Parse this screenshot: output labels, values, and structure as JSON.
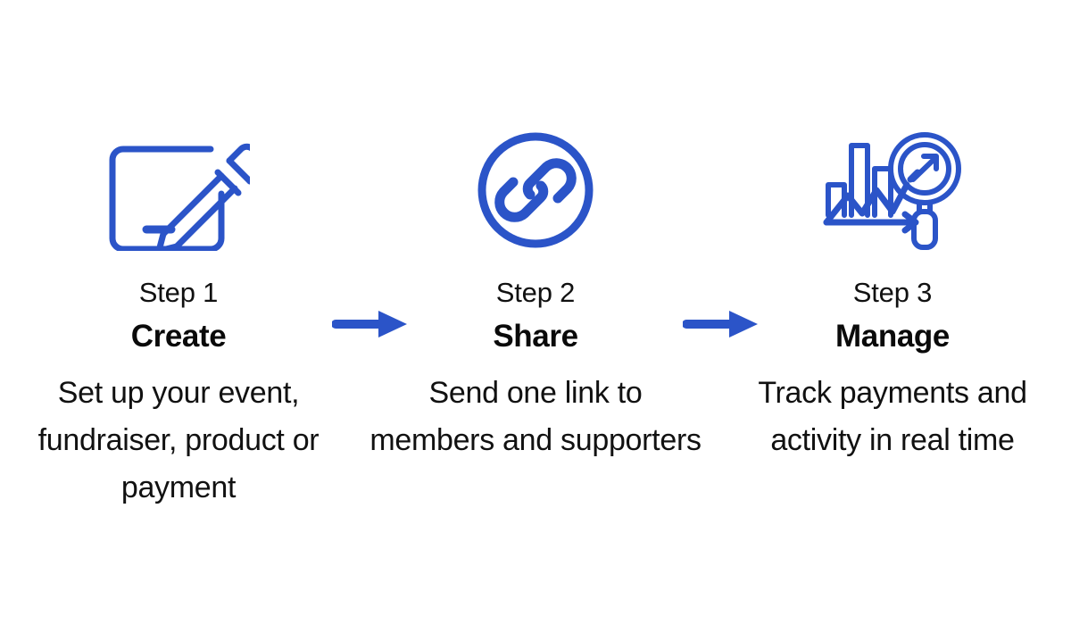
{
  "theme": {
    "background": "#ffffff",
    "accent": "#2b54c8",
    "text": "#111111",
    "title_text": "#0a0a0a"
  },
  "steps": [
    {
      "icon": "note-pencil-icon",
      "eyebrow": "Step 1",
      "title": "Create",
      "description": "Set up your event, fundraiser, product or payment"
    },
    {
      "icon": "link-circle-icon",
      "eyebrow": "Step 2",
      "title": "Share",
      "description": "Send one link to members and supporters"
    },
    {
      "icon": "analytics-magnifier-icon",
      "eyebrow": "Step 3",
      "title": "Manage",
      "description": "Track payments and activity in real time"
    }
  ],
  "connectors": [
    {
      "name": "arrow-step1-to-step2",
      "direction": "right",
      "color": "#2b54c8"
    },
    {
      "name": "arrow-step2-to-step3",
      "direction": "right",
      "color": "#2b54c8"
    }
  ]
}
